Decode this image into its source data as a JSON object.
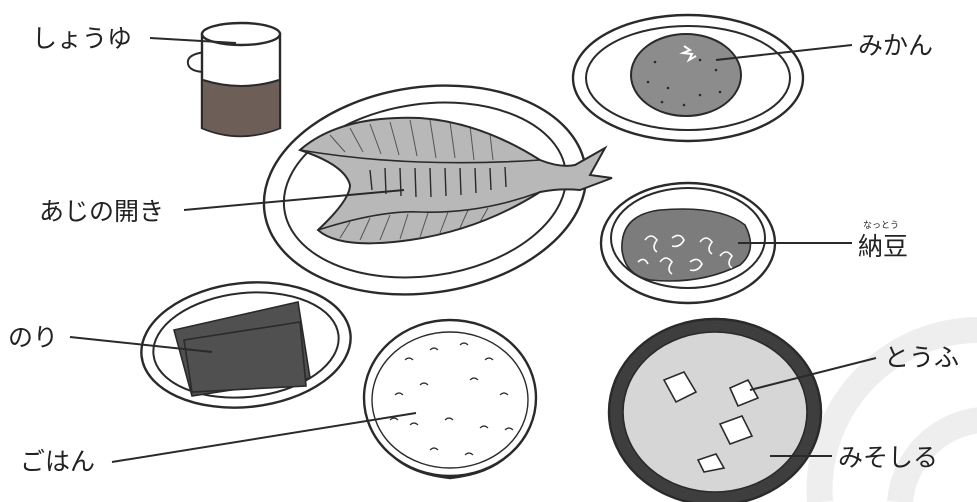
{
  "labels": {
    "soy_sauce": "しょうゆ",
    "mandarin": "みかん",
    "dried_horse_mackerel": "あじの開き",
    "natto": "納豆",
    "natto_reading": "なっとう",
    "nori": "のり",
    "rice": "ごはん",
    "tofu": "とうふ",
    "miso_soup": "みそしる"
  },
  "colors": {
    "outline": "#2a2a2a",
    "soy_sauce_liquid": "#6e5e58",
    "mandarin": "#8c8c8c",
    "fish": "#b8b8b8",
    "fish_dark": "#9a9a9a",
    "natto": "#7c7c7c",
    "nori": "#505050",
    "miso_bowl": "#3e3e3e",
    "miso_soup": "#d6d6d6",
    "watermark": "#eeeeee"
  }
}
